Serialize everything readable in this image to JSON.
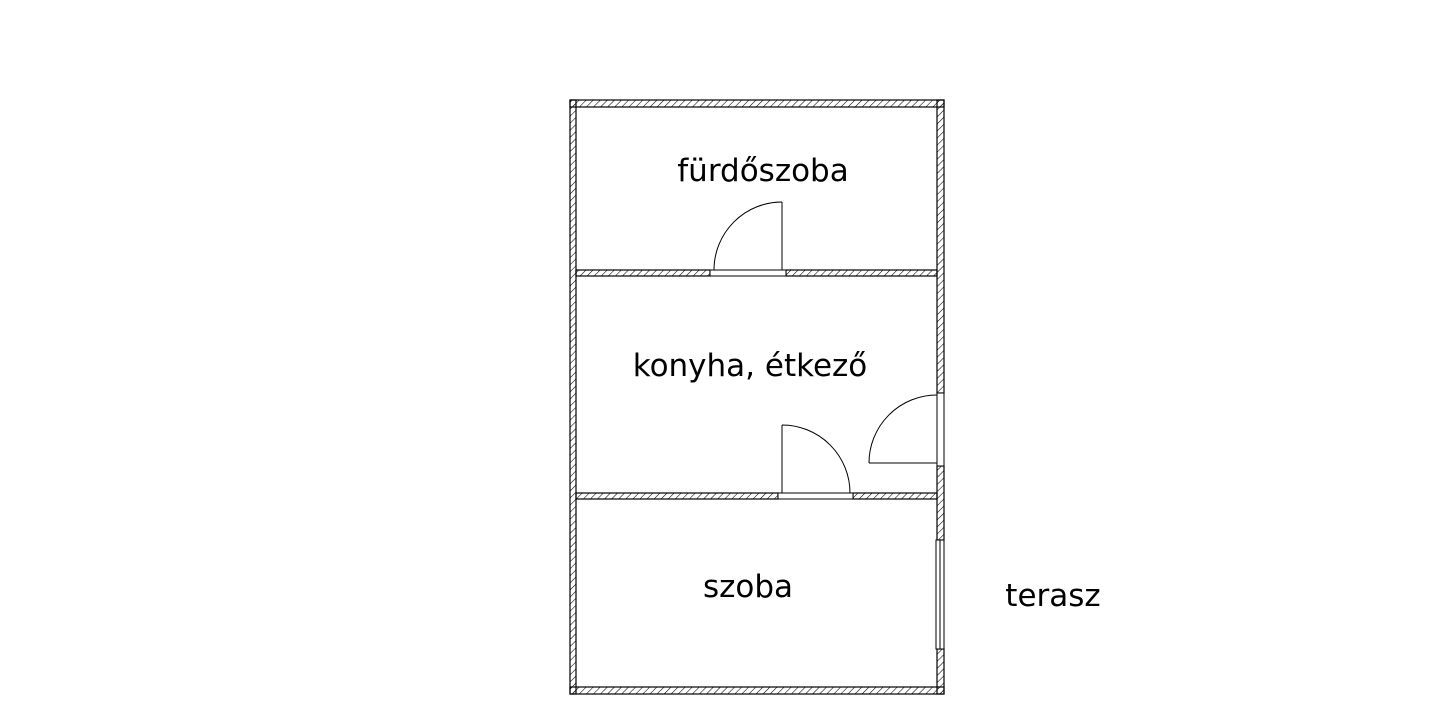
{
  "rooms": {
    "bathroom": "fürdőszoba",
    "kitchen": "konyha, étkező",
    "room": "szoba",
    "terrace": "terasz"
  },
  "colors": {
    "line": "#000000",
    "hatch": "#000000",
    "background": "#ffffff"
  }
}
